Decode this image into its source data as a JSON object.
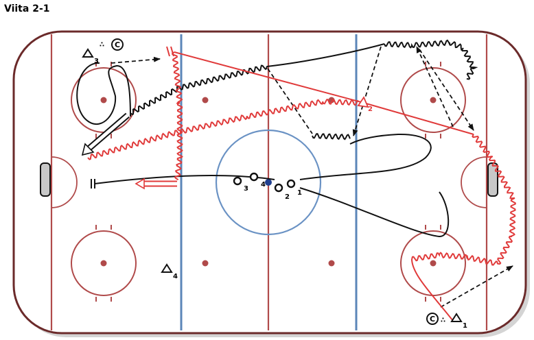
{
  "title": "Viita 2-1",
  "colors": {
    "rink_border": "#7a2a2a",
    "rink_shadow": "#cfcfcf",
    "goal_line": "#b04a4a",
    "red_line": "#b04a4a",
    "blue_line": "#5b86b8",
    "center_circle": "#6a92c4",
    "center_dot": "#1f3f8f",
    "drill_black": "#111111",
    "drill_red": "#e03a3a",
    "goal_fill": "#c8c8c8"
  },
  "markers": {
    "coach_left": "C",
    "coach_right": "C",
    "cone_3_sub": "3",
    "cone_1_sub": "1",
    "cone_4_sub": "4",
    "cone_2_sub": "2",
    "puck_3": "3",
    "puck_4": "4",
    "puck_2": "2",
    "puck_1": "1"
  }
}
